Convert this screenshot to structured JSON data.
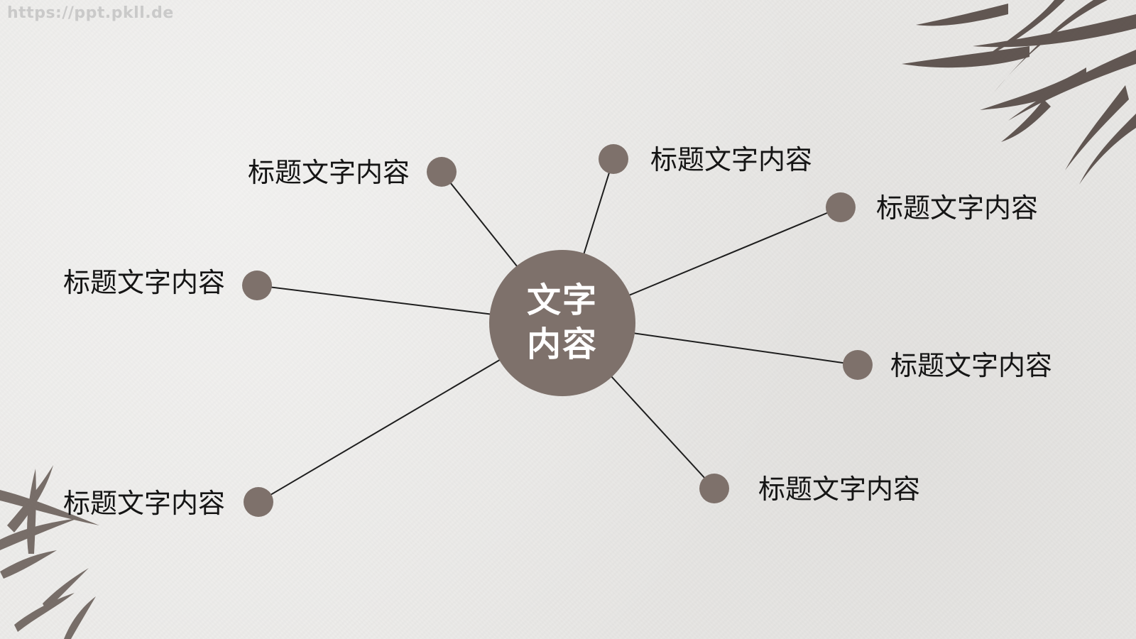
{
  "watermark": "https://ppt.pkll.de",
  "colors": {
    "node": "#7e716b",
    "line": "#1e1e1e",
    "text": "#151515",
    "background": "#ebeae8"
  },
  "decorations": [
    "bamboo-leaves-top-right",
    "bamboo-leaves-bottom-left"
  ],
  "center": {
    "line1": "文字",
    "line2": "内容"
  },
  "nodes": [
    {
      "label": "标题文字内容"
    },
    {
      "label": "标题文字内容"
    },
    {
      "label": "标题文字内容"
    },
    {
      "label": "标题文字内容"
    },
    {
      "label": "标题文字内容"
    },
    {
      "label": "标题文字内容"
    },
    {
      "label": "标题文字内容"
    }
  ]
}
